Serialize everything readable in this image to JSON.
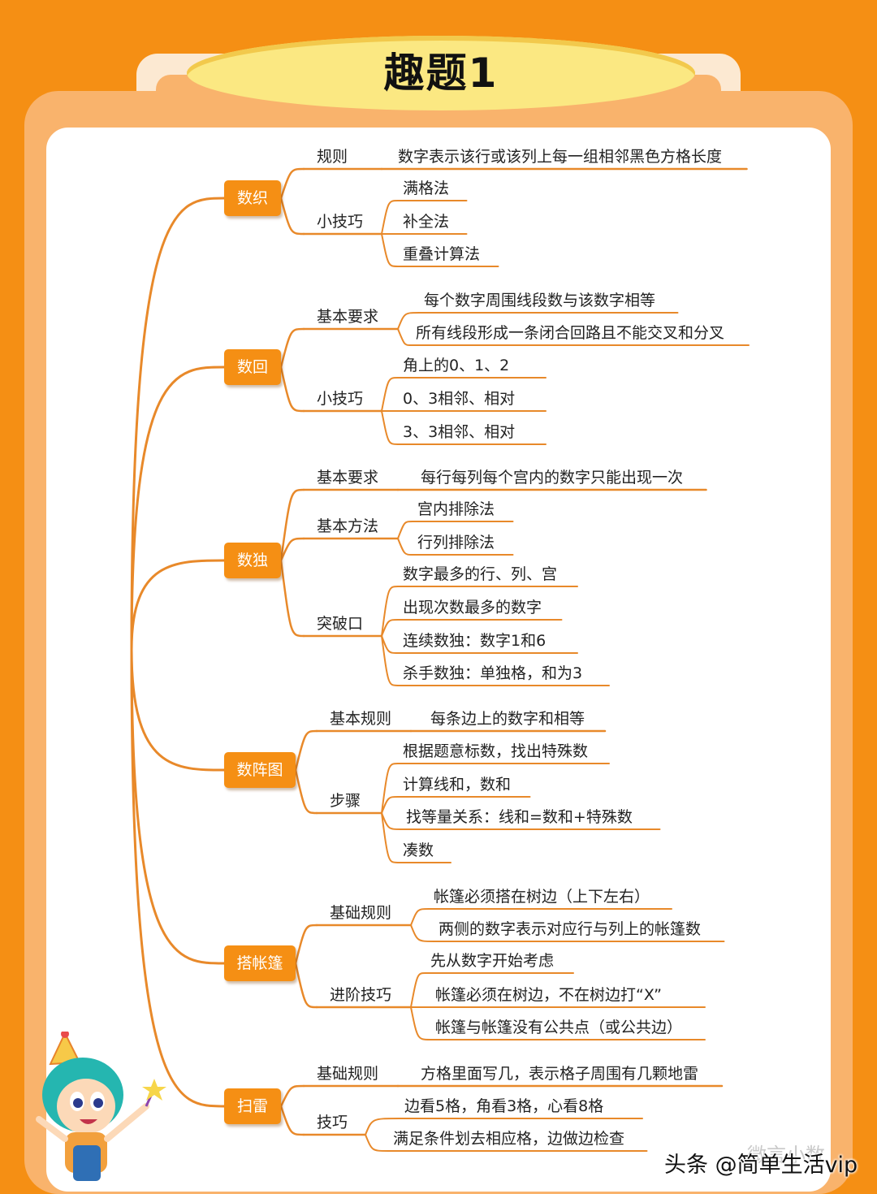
{
  "title": "趣题1",
  "watermark": "头条 @简单生活vip",
  "watermark_faint": "微言小数",
  "branches": [
    {
      "name": "数织",
      "children": [
        {
          "label": "规则",
          "items": [
            "数字表示该行或该列上每一组相邻黑色方格长度"
          ]
        },
        {
          "label": "小技巧",
          "items": [
            "满格法",
            "补全法",
            "重叠计算法"
          ]
        }
      ]
    },
    {
      "name": "数回",
      "children": [
        {
          "label": "基本要求",
          "items": [
            "每个数字周围线段数与该数字相等",
            "所有线段形成一条闭合回路且不能交叉和分叉"
          ]
        },
        {
          "label": "小技巧",
          "items": [
            "角上的0、1、2",
            "0、3相邻、相对",
            "3、3相邻、相对"
          ]
        }
      ]
    },
    {
      "name": "数独",
      "children": [
        {
          "label": "基本要求",
          "items": [
            "每行每列每个宫内的数字只能出现一次"
          ]
        },
        {
          "label": "基本方法",
          "items": [
            "宫内排除法",
            "行列排除法"
          ]
        },
        {
          "label": "突破口",
          "items": [
            "数字最多的行、列、宫",
            "出现次数最多的数字",
            "连续数独：数字1和6",
            "杀手数独：单独格，和为3"
          ]
        }
      ]
    },
    {
      "name": "数阵图",
      "children": [
        {
          "label": "基本规则",
          "items": [
            "每条边上的数字和相等"
          ]
        },
        {
          "label": "步骤",
          "items": [
            "根据题意标数，找出特殊数",
            "计算线和，数和",
            "找等量关系：线和=数和+特殊数",
            "凑数"
          ]
        }
      ]
    },
    {
      "name": "搭帐篷",
      "children": [
        {
          "label": "基础规则",
          "items": [
            "帐篷必须搭在树边（上下左右）",
            "两侧的数字表示对应行与列上的帐篷数"
          ]
        },
        {
          "label": "进阶技巧",
          "items": [
            "先从数字开始考虑",
            "帐篷必须在树边，不在树边打“X”",
            "帐篷与帐篷没有公共点（或公共边）"
          ]
        }
      ]
    },
    {
      "name": "扫雷",
      "children": [
        {
          "label": "基础规则",
          "items": [
            "方格里面写几，表示格子周围有几颗地雷"
          ]
        },
        {
          "label": "技巧",
          "items": [
            "边看5格，角看3格，心看8格",
            "满足条件划去相应格，边做边检查"
          ]
        }
      ]
    }
  ]
}
